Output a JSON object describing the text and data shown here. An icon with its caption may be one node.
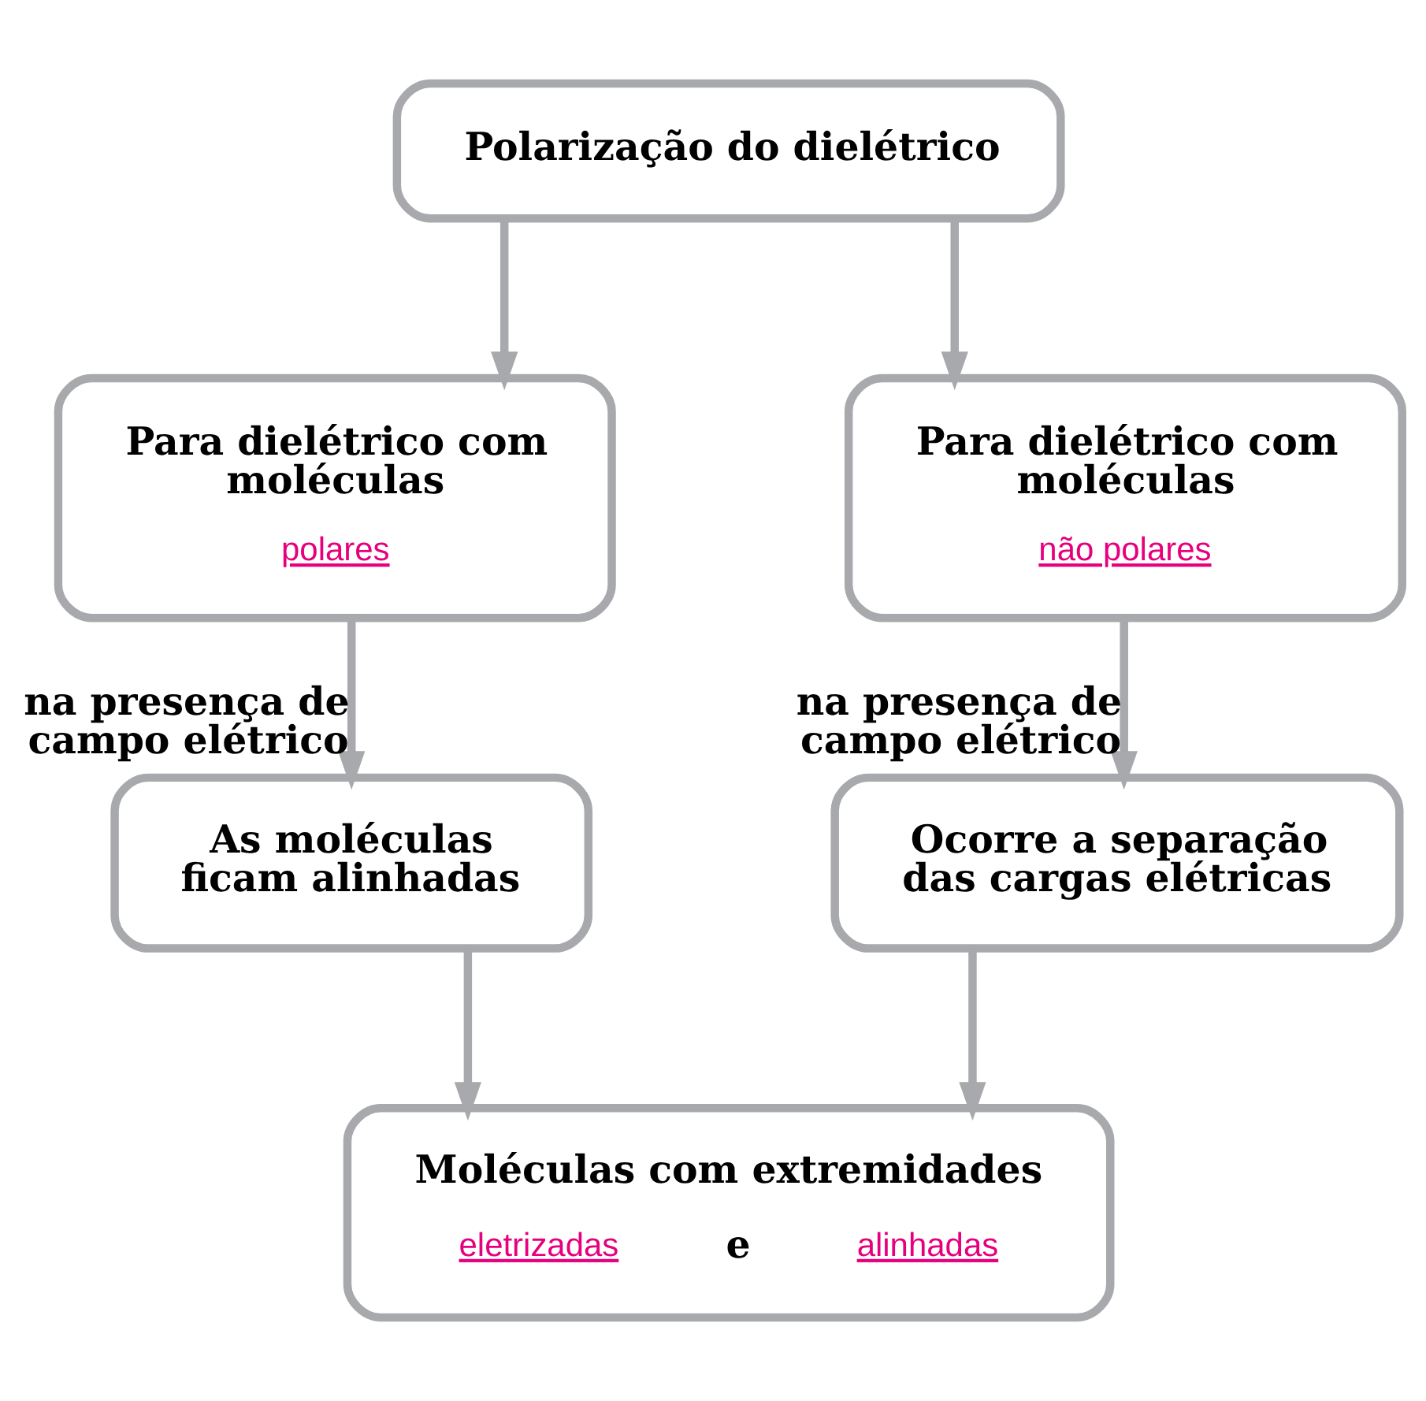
{
  "diagram": {
    "nodes": [
      {
        "text": [
          "Polarização do dielétrico"
        ]
      },
      {
        "text": [
          "Para dielétrico com moléculas",
          "polares"
        ]
      },
      {
        "text": [
          "Para dielétrico com moléculas",
          "não polares"
        ]
      },
      {
        "text": [
          "As moléculas ficam alinhadas"
        ]
      },
      {
        "text": [
          "Ocorre a separação das cargas elétricas"
        ]
      },
      {
        "text": [
          "Moléculas com extremidades",
          "eletrizadas",
          "e",
          "alinhadas"
        ]
      }
    ],
    "edges": [
      {
        "from": 0,
        "to": 1,
        "arrow": "to"
      },
      {
        "from": 0,
        "to": 2,
        "arrow": "to"
      },
      {
        "from": 1,
        "to": 3,
        "arrow": "to",
        "label": "na presença de campo elétrico"
      },
      {
        "from": 2,
        "to": 4,
        "arrow": "to",
        "label": "na presença de campo elétrico"
      },
      {
        "from": 3,
        "to": 5,
        "arrow": "to"
      },
      {
        "from": 4,
        "to": 5,
        "arrow": "to"
      }
    ]
  }
}
